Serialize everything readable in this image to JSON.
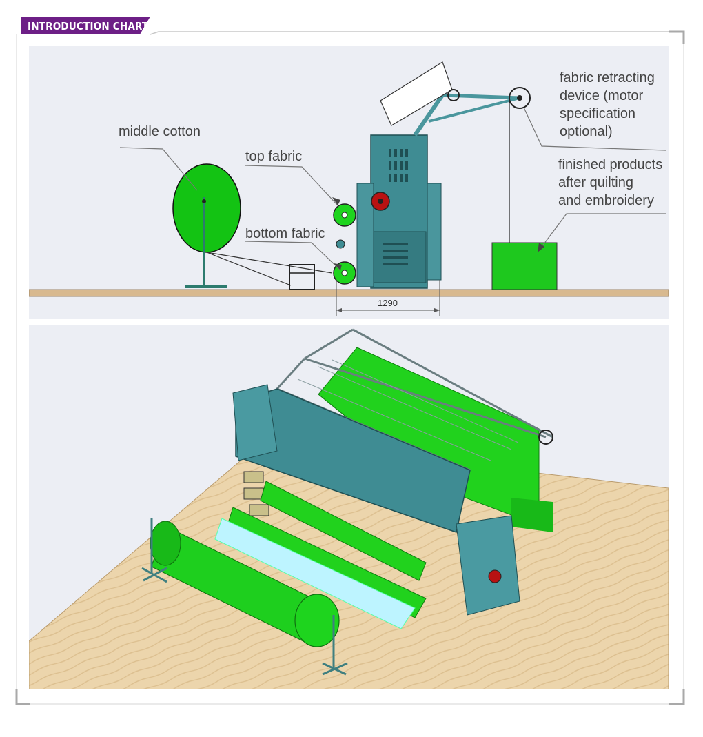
{
  "header": {
    "title": "INTRODUCTION CHART"
  },
  "diagram": {
    "labels": {
      "middle_cotton": "middle cotton",
      "top_fabric": "top fabric",
      "bottom_fabric": "bottom fabric",
      "fabric_retracting_line1": "fabric retracting",
      "fabric_retracting_line2": "device (motor",
      "fabric_retracting_line3": "specification",
      "fabric_retracting_line4": "optional)",
      "finished_line1": "finished products",
      "finished_line2": "after quilting",
      "finished_line3": "and embroidery"
    },
    "dimension": "1290"
  },
  "colors": {
    "accent": "#6d1f86",
    "machine": "#3f8c93",
    "fabric": "#1ed41e",
    "floor": "#e8cfa4"
  }
}
